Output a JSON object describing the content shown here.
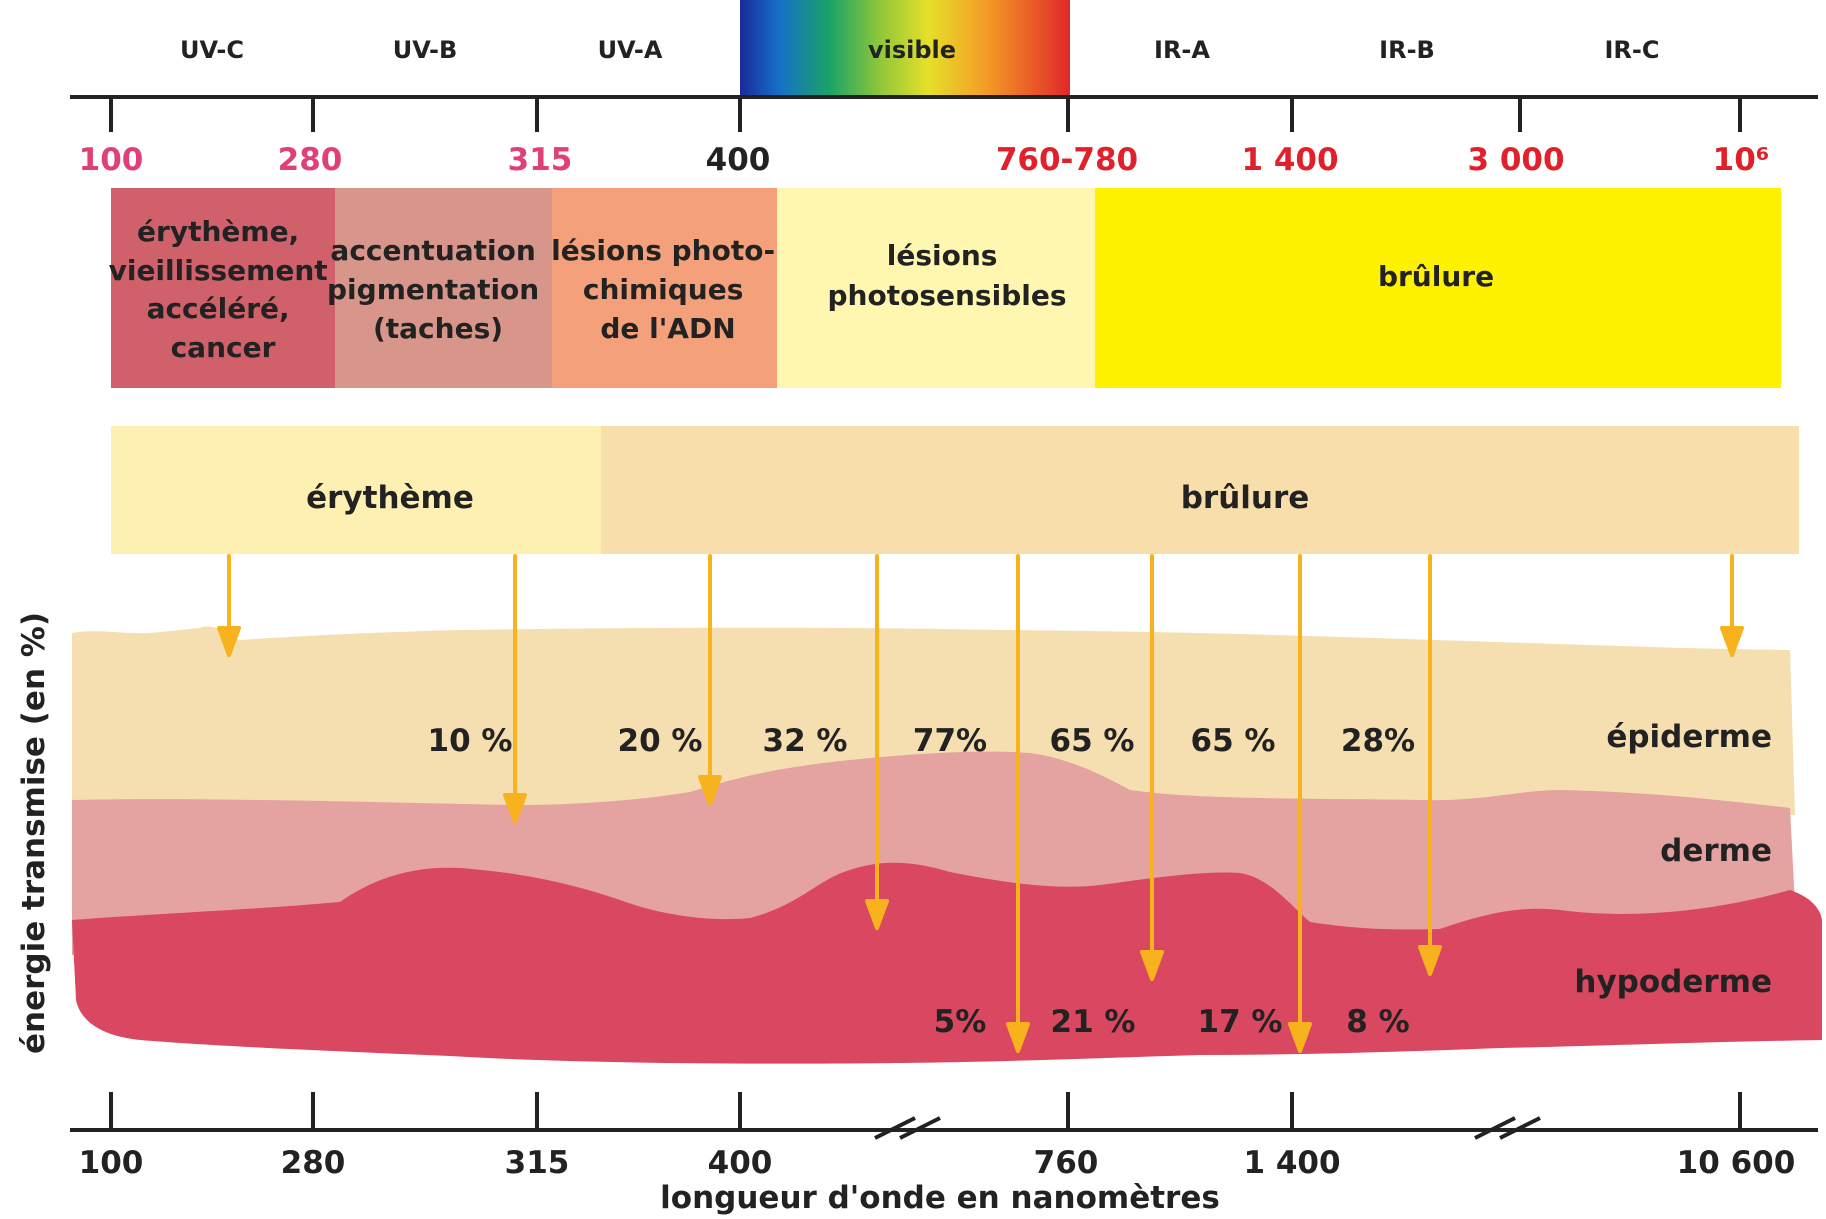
{
  "top_scale": {
    "regions": [
      {
        "label": "UV-C",
        "color": "#e0407a"
      },
      {
        "label": "UV-B",
        "color": "#e0407a"
      },
      {
        "label": "UV-A",
        "color": "#e0407a"
      },
      {
        "label": "visible",
        "color": "#222222"
      },
      {
        "label": "IR-A",
        "color": "#e0202a"
      },
      {
        "label": "IR-B",
        "color": "#e0202a"
      },
      {
        "label": "IR-C",
        "color": "#e0202a"
      }
    ],
    "ticks": [
      {
        "label": "100",
        "color": "#e0407a"
      },
      {
        "label": "280",
        "color": "#e0407a"
      },
      {
        "label": "315",
        "color": "#e0407a"
      },
      {
        "label": "400",
        "color": "#222222"
      },
      {
        "label": "760-780",
        "color": "#e0202a"
      },
      {
        "label": "1 400",
        "color": "#e0202a"
      },
      {
        "label": "3 000",
        "color": "#e0202a"
      },
      {
        "label": "10⁶",
        "color": "#e0202a"
      }
    ]
  },
  "effects": [
    {
      "lines": [
        "érythème,",
        "vieillissement",
        "accéléré,",
        "cancer"
      ],
      "color": "#d0606a"
    },
    {
      "lines": [
        "accentuation",
        "pigmentation",
        "(taches)"
      ],
      "color": "#d8968a"
    },
    {
      "lines": [
        "lésions photo-",
        "chimiques",
        "de l'ADN"
      ],
      "color": "#f4a07a"
    },
    {
      "lines": [
        "lésions",
        "photosensibles"
      ],
      "color": "#fff7b0"
    },
    {
      "lines": [
        "brûlure"
      ],
      "color": "#fff200"
    }
  ],
  "skin_effects": [
    {
      "label": "érythème",
      "color": "#fdf0b2"
    },
    {
      "label": "brûlure",
      "color": "#f8deab"
    }
  ],
  "transmission": {
    "epidermis_to_dermis": [
      "10 %",
      "20 %",
      "32 %",
      "77%",
      "65 %",
      "65 %",
      "28%"
    ],
    "to_hypodermis": [
      "5%",
      "21 %",
      "17 %",
      "8 %"
    ]
  },
  "layers": [
    {
      "label": "épiderme",
      "color": "#f5deb0"
    },
    {
      "label": "derme",
      "color": "#e4a2a0"
    },
    {
      "label": "hypoderme",
      "color": "#d94860"
    }
  ],
  "arrow_color": "#f7b21e",
  "y_axis_label": "énergie transmise (en %)",
  "bottom_axis": {
    "ticks": [
      "100",
      "280",
      "315",
      "400",
      "760",
      "1 400",
      "10 600"
    ],
    "title": "longueur d'onde en nanomètres"
  }
}
